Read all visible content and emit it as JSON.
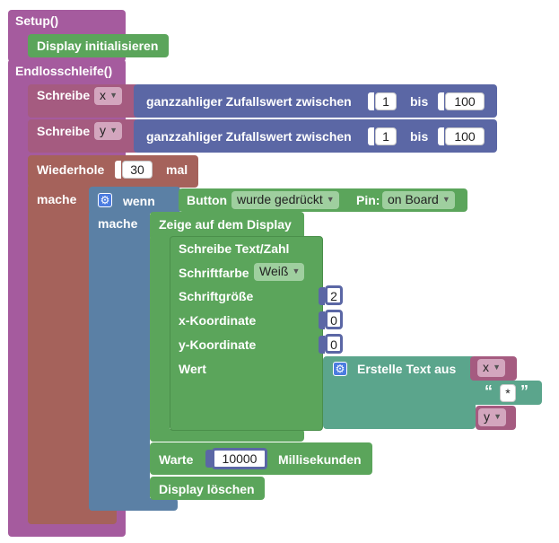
{
  "setup": {
    "label": "Setup()",
    "display_init": "Display initialisieren"
  },
  "loop": {
    "label": "Endlosschleife()",
    "assign_x": {
      "label": "Schreibe",
      "var": "x",
      "func": "ganzzahliger Zufallswert zwischen",
      "from": "1",
      "bis": "bis",
      "to": "100"
    },
    "assign_y": {
      "label": "Schreibe",
      "var": "y",
      "func": "ganzzahliger Zufallswert zwischen",
      "from": "1",
      "bis": "bis",
      "to": "100"
    },
    "repeat": {
      "label": "Wiederhole",
      "count": "30",
      "suffix": "mal",
      "do_label": "mache"
    },
    "if": {
      "label": "wenn",
      "do_label": "mache",
      "cond_label": "Button",
      "cond_state": "wurde gedrückt",
      "pin_label": "Pin:",
      "pin_value": "on Board"
    },
    "show": {
      "label": "Zeige auf dem Display",
      "write": "Schreibe Text/Zahl",
      "color_label": "Schriftfarbe",
      "color_value": "Weiß",
      "size_label": "Schriftgröße",
      "size_value": "2",
      "x_label": "x-Koordinate",
      "x_value": "0",
      "y_label": "y-Koordinate",
      "y_value": "0",
      "value_label": "Wert",
      "text_create": "Erstelle Text aus",
      "part_x": "x",
      "part_str": "*",
      "part_y": "y",
      "quote_open": "“",
      "quote_close": "”"
    },
    "wait": {
      "label": "Warte",
      "value": "10000",
      "unit": "Millisekunden"
    },
    "clear": "Display löschen"
  },
  "colors": {
    "purple": "#a55b9e",
    "green": "#5ba55b",
    "indigo": "#5b67a5",
    "brown": "#a5625b",
    "blue": "#5b80a5",
    "teal": "#5ba58c",
    "pink": "#a55b80"
  }
}
